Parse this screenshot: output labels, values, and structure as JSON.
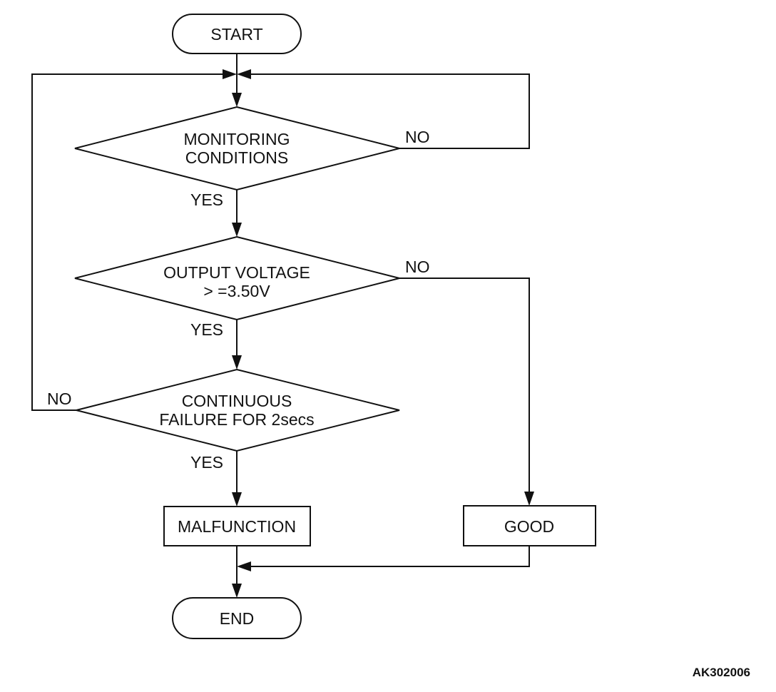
{
  "terminals": {
    "start": "START",
    "end": "END"
  },
  "decisions": {
    "monitoring": [
      "MONITORING",
      "CONDITIONS"
    ],
    "voltage": [
      "OUTPUT VOLTAGE",
      "> =3.50V"
    ],
    "continuous": [
      "CONTINUOUS",
      "FAILURE FOR 2secs"
    ]
  },
  "processes": {
    "malfunction": "MALFUNCTION",
    "good": "GOOD"
  },
  "branch_labels": {
    "yes": "YES",
    "no": "NO"
  },
  "figure_code": "AK302006"
}
